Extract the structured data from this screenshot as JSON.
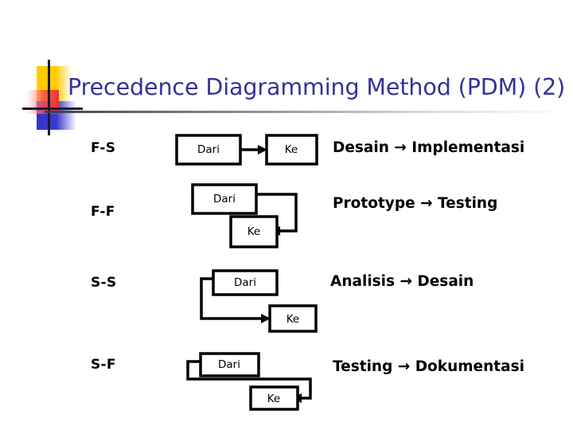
{
  "slide": {
    "title": "Precedence Diagramming Method (PDM) (2)",
    "title_color": "#333399",
    "background": "#ffffff",
    "logo": {
      "name": "powerpoint-template-logo",
      "yellow": "#FFCC00",
      "red": "#FF3333",
      "blue": "#3333CC",
      "cross_color": "#1a1a2e"
    }
  },
  "rows": [
    {
      "label": "F-S",
      "relation_text": "Desain → Implementasi",
      "from_box": "Dari",
      "to_box": "Ke",
      "link_type": "finish-to-start"
    },
    {
      "label": "F-F",
      "relation_text": "Prototype → Testing",
      "from_box": "Dari",
      "to_box": "Ke",
      "link_type": "finish-to-finish"
    },
    {
      "label": "S-S",
      "relation_text": "Analisis → Desain",
      "from_box": "Dari",
      "to_box": "Ke",
      "link_type": "start-to-start"
    },
    {
      "label": "S-F",
      "relation_text": "Testing → Dokumentasi",
      "from_box": "Dari",
      "to_box": "Ke",
      "link_type": "start-to-finish"
    }
  ]
}
